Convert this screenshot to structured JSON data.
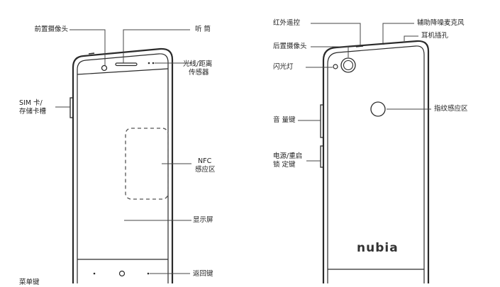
{
  "front_labels": {
    "front_camera": "前置摄像头",
    "earpiece": "听 筒",
    "light_sensor_1": "光线/距离",
    "light_sensor_2": "传感器",
    "sim_1": "SIM 卡/",
    "sim_2": "存储卡槽",
    "nfc_1": "NFC",
    "nfc_2": "感应区",
    "display": "显示屏",
    "back_key": "返回键",
    "menu_key_partial": "菜单键"
  },
  "back_labels": {
    "ir_remote": "红外遥控",
    "noise_mic": "辅助降噪麦克风",
    "headphone_jack": "耳机插孔",
    "rear_camera": "后置摄像头",
    "flash": "闪光灯",
    "fingerprint": "指纹感应区",
    "volume_key": "音 量键",
    "power_1": "电源/重启",
    "power_2": "锁 定键"
  },
  "brand_logo": "nubia",
  "colors": {
    "line": "#2a2a2a",
    "leader": "#444444",
    "nfc_dash": "#555555",
    "text": "#222222"
  }
}
